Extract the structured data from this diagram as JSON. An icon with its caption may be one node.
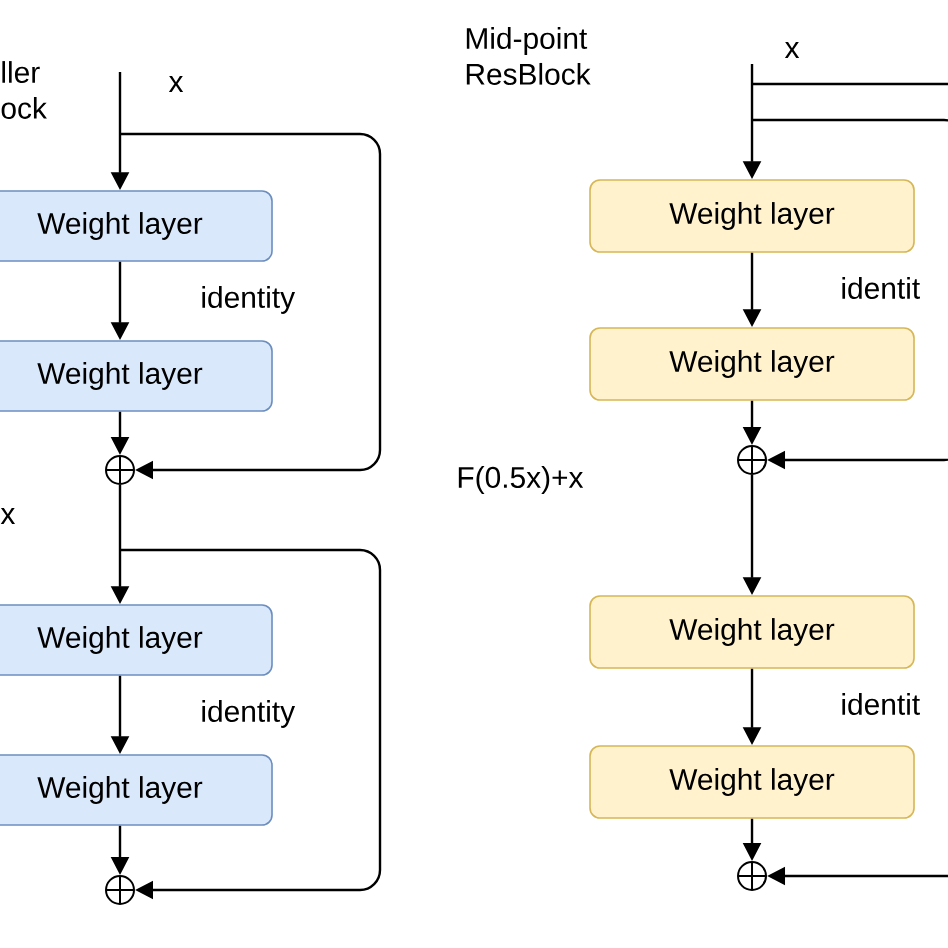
{
  "diagram": {
    "nodes": [
      {
        "text": [
          "Weight layer"
        ]
      },
      {
        "text": [
          "Weight layer"
        ]
      },
      {
        "text": [],
        "shape": "circle"
      },
      {
        "text": [
          "Weight layer"
        ]
      },
      {
        "text": [
          "Weight layer"
        ]
      },
      {
        "text": [],
        "shape": "circle"
      },
      {
        "text": [
          "Weight layer"
        ]
      },
      {
        "text": [
          "Weight layer"
        ]
      },
      {
        "text": [],
        "shape": "circle"
      },
      {
        "text": [
          "Weight layer"
        ]
      },
      {
        "text": [
          "Weight layer"
        ]
      },
      {
        "text": [],
        "shape": "circle"
      }
    ],
    "edges": [
      {
        "from": null,
        "to": 0,
        "arrow": "to"
      },
      {
        "from": 0,
        "to": 1,
        "arrow": "to"
      },
      {
        "from": 1,
        "to": 2,
        "arrow": "to"
      },
      {
        "from": null,
        "to": 2,
        "arrow": "to"
      },
      {
        "from": 2,
        "to": 3,
        "arrow": "to"
      },
      {
        "from": 3,
        "to": 4,
        "arrow": "to"
      },
      {
        "from": 4,
        "to": 5,
        "arrow": "to"
      },
      {
        "from": null,
        "to": 5,
        "arrow": "to"
      },
      {
        "from": null,
        "to": 6,
        "arrow": "to"
      },
      {
        "from": 6,
        "to": 7,
        "arrow": "to"
      },
      {
        "from": 7,
        "to": 8,
        "arrow": "to"
      },
      {
        "from": null,
        "to": 8,
        "arrow": "to"
      },
      {
        "from": 8,
        "to": 9,
        "arrow": "to"
      },
      {
        "from": 9,
        "to": 10,
        "arrow": "to"
      },
      {
        "from": 10,
        "to": 11,
        "arrow": "to"
      },
      {
        "from": null,
        "to": 11,
        "arrow": "to"
      }
    ],
    "labels": [
      "ller ock",
      "x",
      "identity",
      "x",
      "identity",
      "Mid-point ResBlock",
      "x",
      "identit",
      "F(0.5x)+x",
      "identit"
    ]
  }
}
